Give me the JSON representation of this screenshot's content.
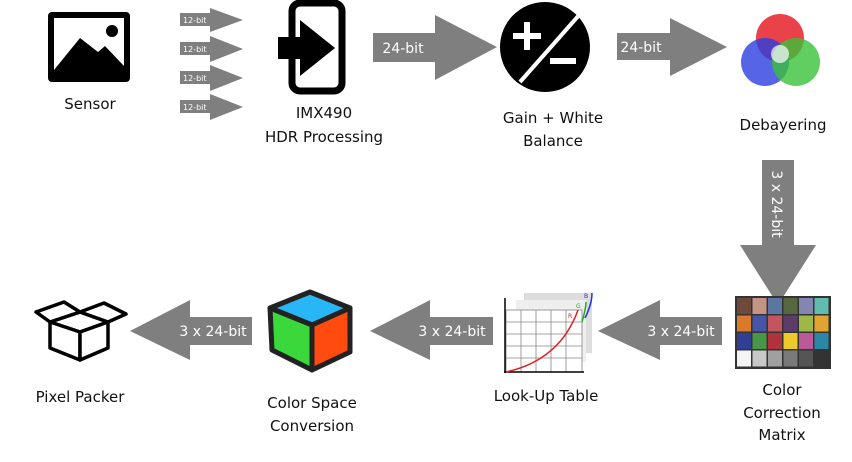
{
  "nodes": {
    "sensor": {
      "label": "Sensor",
      "icon": "image-icon"
    },
    "imx490": {
      "label_line1": "IMX490",
      "label_line2": "HDR Processing",
      "icon": "import-icon"
    },
    "gain": {
      "label_line1": "Gain + White",
      "label_line2": "Balance",
      "icon": "plus-minus-icon"
    },
    "debayer": {
      "label": "Debayering",
      "icon": "rgb-circles-icon"
    },
    "ccm": {
      "label_line1": "Color",
      "label_line2": "Correction",
      "label_line3": "Matrix",
      "icon": "color-checker-icon"
    },
    "lut": {
      "label": "Look-Up Table",
      "icon": "curve-chart-icon",
      "curve_labels": [
        "R",
        "G",
        "B"
      ]
    },
    "csc": {
      "label_line1": "Color Space",
      "label_line2": "Conversion",
      "icon": "cube-icon"
    },
    "packer": {
      "label": "Pixel Packer",
      "icon": "open-box-icon"
    }
  },
  "arrows": {
    "sensor_to_imx": [
      "12-bit",
      "12-bit",
      "12-bit",
      "12-bit"
    ],
    "imx_to_gain": "24-bit",
    "gain_to_debayer": "24-bit",
    "debayer_to_ccm": "3 x 24-bit",
    "ccm_to_lut": "3 x 24-bit",
    "lut_to_csc": "3 x 24-bit",
    "csc_to_packer": "3 x 24-bit"
  },
  "colors": {
    "arrow": "#7f7f7f",
    "icon": "#000000"
  }
}
